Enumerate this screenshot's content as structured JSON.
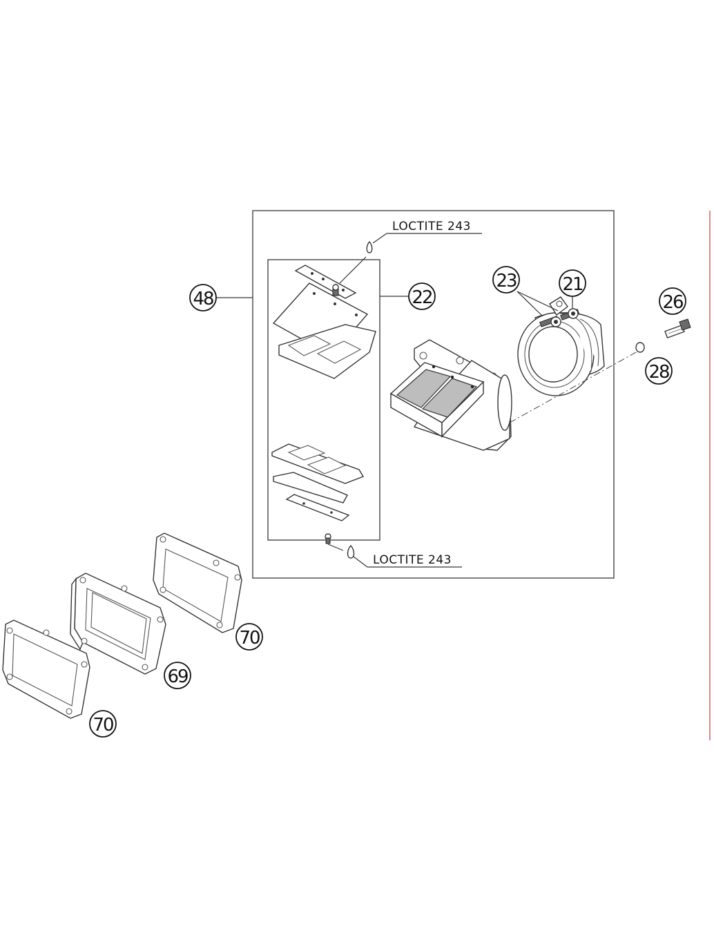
{
  "callouts": {
    "c48": "48",
    "c22": "22",
    "c23": "23",
    "c21": "21",
    "c26": "26",
    "c28": "28",
    "c70a": "70",
    "c69": "69",
    "c70b": "70"
  },
  "notes": {
    "loctite_top": "LOCTITE 243",
    "loctite_bottom": "LOCTITE 243"
  },
  "colors": {
    "line": "#333333",
    "background": "#ffffff",
    "edge_marker": "#d06060"
  }
}
